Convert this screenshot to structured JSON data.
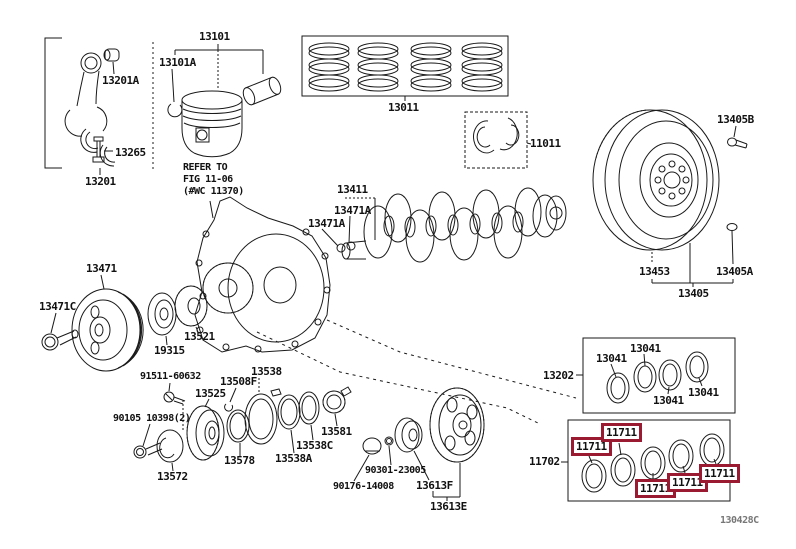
{
  "figure": {
    "code": "130428C"
  },
  "colors": {
    "line": "#1a1a1a",
    "highlight": "#9a1b31",
    "background": "#ffffff"
  },
  "note": {
    "line1": "REFER TO",
    "line2": "FIG 11-06",
    "line3": "(#WC 11370)"
  },
  "parts": {
    "l13101": "13101",
    "l13101a": "13101A",
    "l13201a": "13201A",
    "l13265": "13265",
    "l13201": "13201",
    "l13011": "13011",
    "l11011": "11011",
    "l13405b": "13405B",
    "l13453": "13453",
    "l13405a": "13405A",
    "l13405": "13405",
    "l13411": "13411",
    "l13471a_right": "13471A",
    "l13471a_left": "13471A",
    "l13471": "13471",
    "l13471c": "13471C",
    "l19315": "19315",
    "l13521": "13521",
    "l91511": "91511-60632",
    "l90105": "90105 10398(2)",
    "l13525": "13525",
    "l13508f": "13508F",
    "l13538": "13538",
    "l13572": "13572",
    "l13578": "13578",
    "l13538c": "13538C",
    "l13538a": "13538A",
    "l13581": "13581",
    "l90301": "90301-23005",
    "l90176": "90176-14008",
    "l13613f": "13613F",
    "l13613e": "13613E",
    "l13202": "13202",
    "l13041_1": "13041",
    "l13041_2": "13041",
    "l13041_3": "13041",
    "l13041_4": "13041",
    "l11702": "11702",
    "l11711_1": "11711",
    "l11711_2": "11711",
    "l11711_3": "11711",
    "l11711_4": "11711",
    "l11711_5": "11711"
  }
}
